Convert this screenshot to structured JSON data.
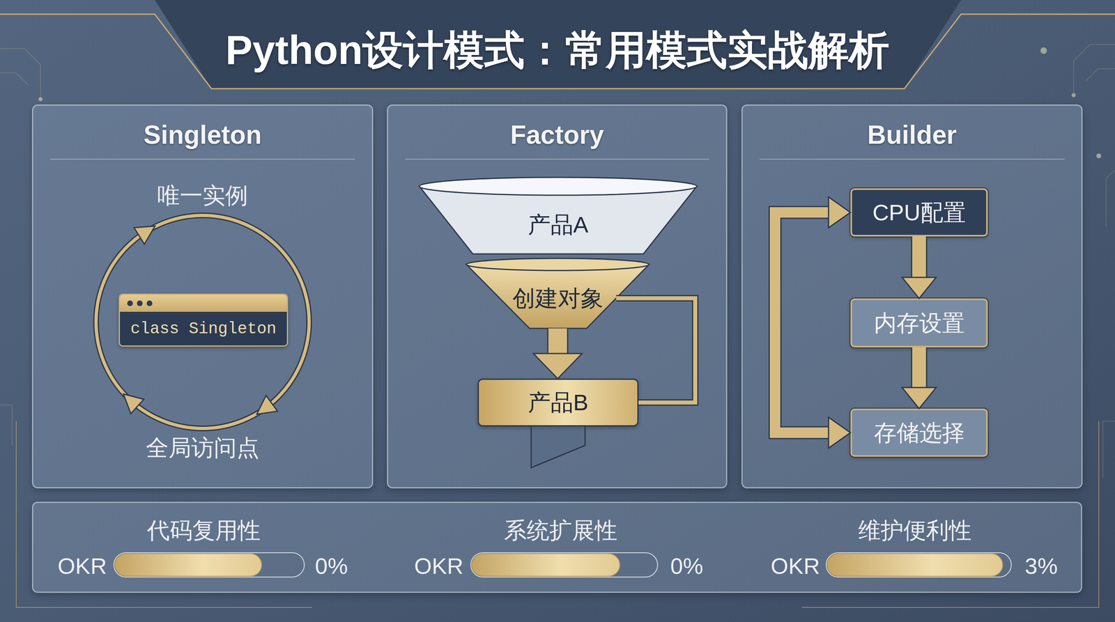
{
  "diagram": {
    "title": "Python设计模式：常用模式实战解析",
    "nodes": [
      {
        "text": [
          "Singleton"
        ]
      },
      {
        "text": [
          "class Singleton"
        ],
        "in": 0
      },
      {
        "text": [
          "Factory"
        ]
      },
      {
        "text": [
          "产品A"
        ],
        "in": 2
      },
      {
        "text": [
          "创建对象"
        ],
        "in": 2
      },
      {
        "text": [
          "产品B"
        ],
        "in": 2
      },
      {
        "text": [
          "Builder"
        ]
      },
      {
        "text": [
          "CPU配置"
        ],
        "in": 6
      },
      {
        "text": [
          "内存设置"
        ],
        "in": 6
      },
      {
        "text": [
          "存储选择"
        ],
        "in": 6
      },
      {
        "text": [
          "代码复用性",
          "OKR",
          "0%",
          "系统扩展性",
          "OKR",
          "0%",
          "维护便利性",
          "OKR",
          "3%"
        ]
      }
    ],
    "edges": [
      {
        "from": 4,
        "to": 5,
        "arrow": "to"
      },
      {
        "from": 4,
        "to": 5,
        "arrow": "none"
      },
      {
        "from": 7,
        "to": 8,
        "arrow": "to"
      },
      {
        "from": 8,
        "to": 9,
        "arrow": "to"
      },
      {
        "from": 9,
        "to": 7,
        "arrow": "both"
      }
    ],
    "labels": [
      "唯一实例",
      "全局访问点"
    ]
  }
}
